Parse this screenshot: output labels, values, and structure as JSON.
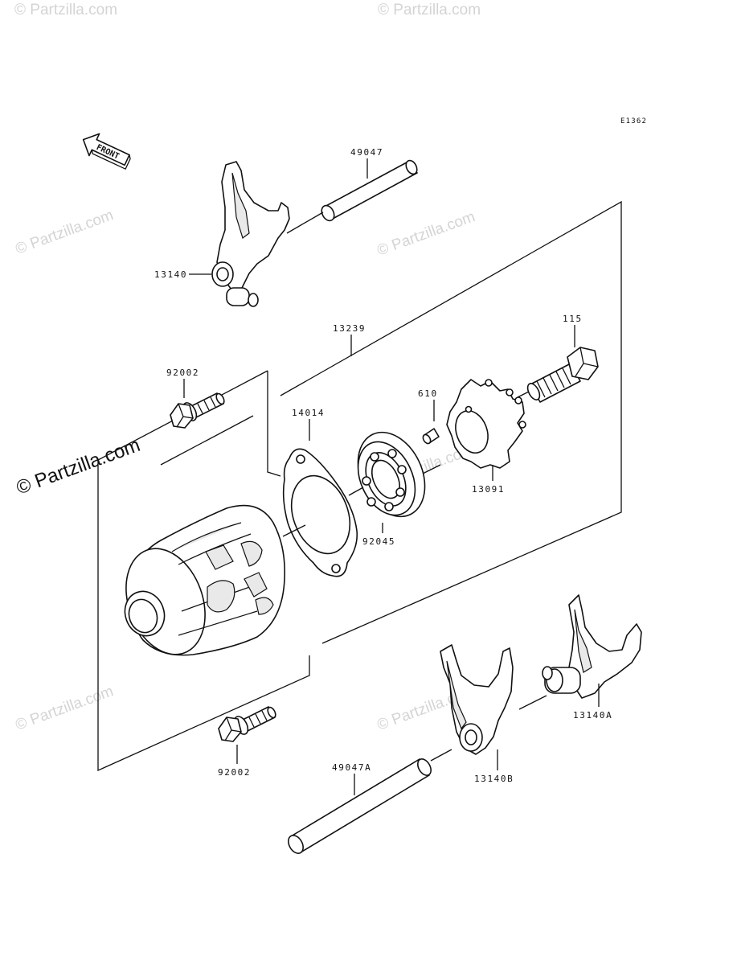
{
  "diagram": {
    "code": "E1362",
    "front_label": "FRONT",
    "watermark": "© Partzilla.com",
    "parts": {
      "p49047": "49047",
      "p13140": "13140",
      "p13239": "13239",
      "p115": "115",
      "p92002_top": "92002",
      "p610": "610",
      "p14014": "14014",
      "p13091": "13091",
      "p92045": "92045",
      "p13140A": "13140A",
      "p92002_bottom": "92002",
      "p49047A": "49047A",
      "p13140B": "13140B"
    }
  }
}
